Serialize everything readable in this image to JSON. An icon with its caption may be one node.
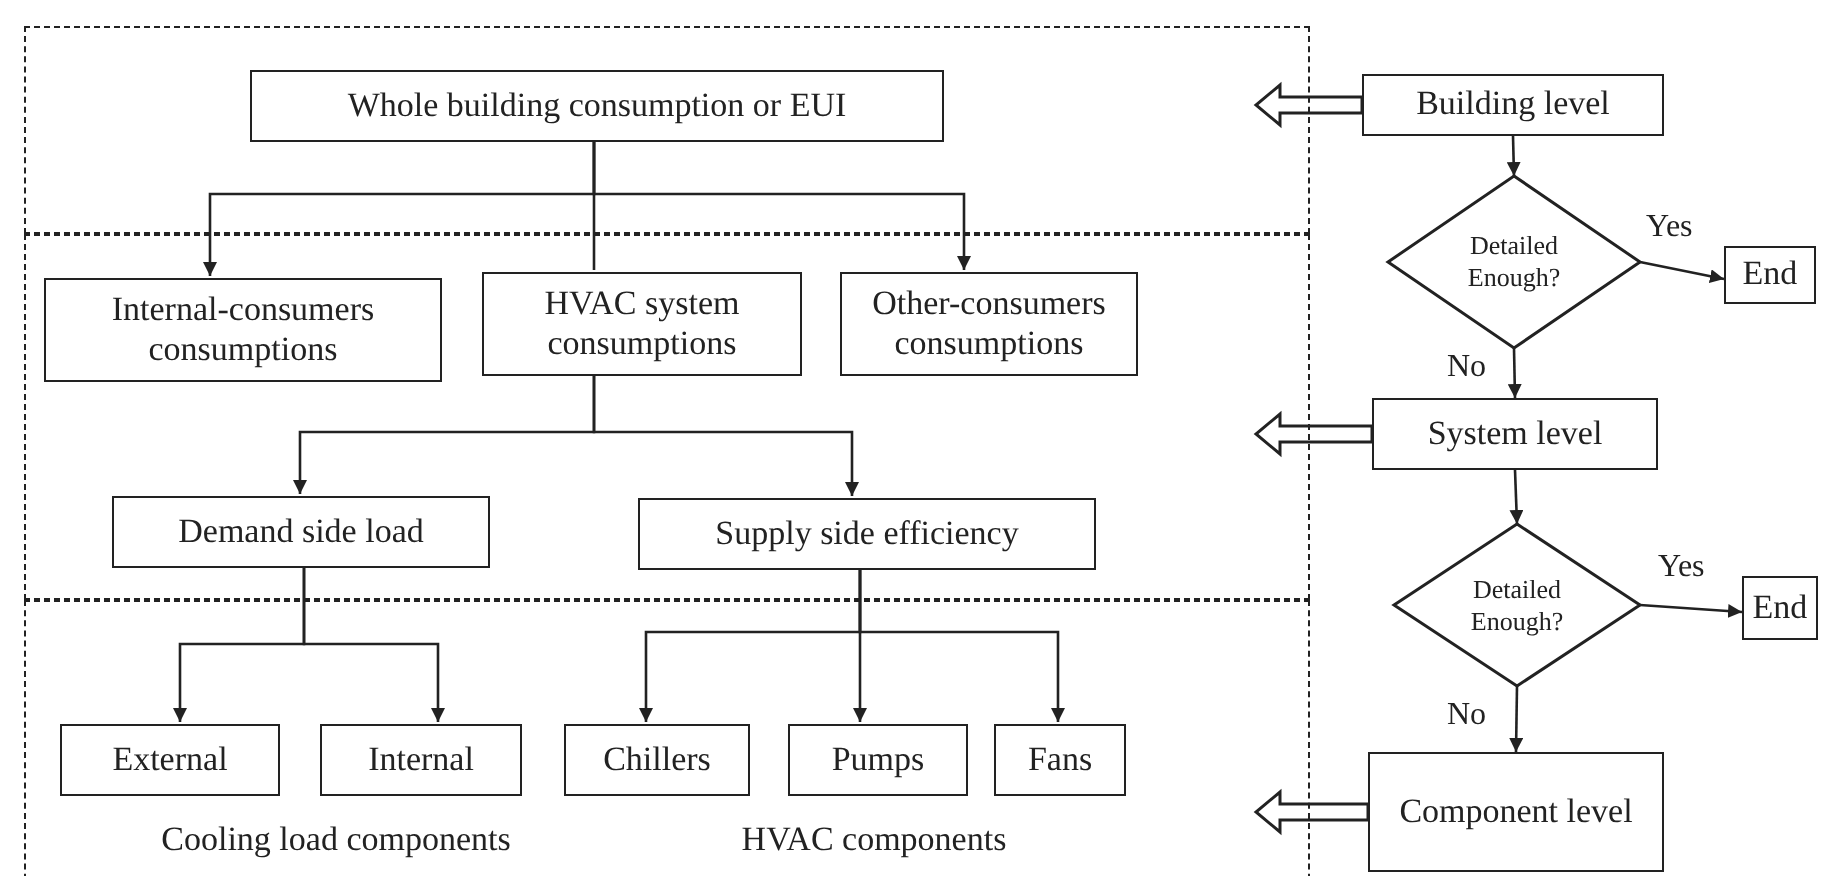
{
  "diagram": {
    "nodes": [
      {
        "text": [],
        "shape": "box"
      },
      {
        "text": [
          "Whole building consumption or EUI"
        ],
        "in": 0
      },
      {
        "text": [],
        "shape": "box"
      },
      {
        "text": [
          "Internal-consumers consumptions"
        ],
        "in": 2
      },
      {
        "text": [
          "HVAC system consumptions"
        ],
        "in": 2
      },
      {
        "text": [
          "Other-consumers consumptions"
        ],
        "in": 2
      },
      {
        "text": [
          "Demand side load"
        ],
        "in": 2
      },
      {
        "text": [
          "Supply side efficiency"
        ],
        "in": 2
      },
      {
        "text": [],
        "shape": "box"
      },
      {
        "text": [
          "External"
        ],
        "in": 8
      },
      {
        "text": [
          "Internal"
        ],
        "in": 8
      },
      {
        "text": [
          "Chillers"
        ],
        "in": 8
      },
      {
        "text": [
          "Pumps"
        ],
        "in": 8
      },
      {
        "text": [
          "Fans"
        ],
        "in": 8
      },
      {
        "text": [
          "Building  level"
        ]
      },
      {
        "text": [
          "Detailed Enough?"
        ]
      },
      {
        "text": [
          "End"
        ]
      },
      {
        "text": [
          "System level"
        ]
      },
      {
        "text": [
          "Detailed Enough?"
        ]
      },
      {
        "text": [
          "End"
        ]
      },
      {
        "text": [
          "Component level"
        ]
      }
    ],
    "edges": [
      {
        "from": 1,
        "to": 3,
        "arrow": "to"
      },
      {
        "from": 1,
        "to": 4,
        "arrow": "none"
      },
      {
        "from": 1,
        "to": 5,
        "arrow": "to"
      },
      {
        "from": 4,
        "to": 6,
        "arrow": "to"
      },
      {
        "from": 4,
        "to": 7,
        "arrow": "to"
      },
      {
        "from": 6,
        "to": 9,
        "arrow": "to"
      },
      {
        "from": 6,
        "to": 10,
        "arrow": "to"
      },
      {
        "from": 7,
        "to": 11,
        "arrow": "to"
      },
      {
        "from": 7,
        "to": 12,
        "arrow": "to"
      },
      {
        "from": 7,
        "to": 13,
        "arrow": "to"
      },
      {
        "from": 14,
        "to": 15,
        "arrow": "to"
      },
      {
        "from": 15,
        "to": 16,
        "arrow": "to",
        "label": "Yes"
      },
      {
        "from": 15,
        "to": 17,
        "arrow": "to",
        "label": "No"
      },
      {
        "from": 17,
        "to": 18,
        "arrow": "to"
      },
      {
        "from": 18,
        "to": 19,
        "arrow": "to",
        "label": "Yes"
      },
      {
        "from": 18,
        "to": 20,
        "arrow": "to",
        "label": "No"
      },
      {
        "from": 14,
        "to": 0,
        "arrow": "to",
        "style": "thick"
      },
      {
        "from": 17,
        "to": 2,
        "arrow": "to",
        "style": "thick"
      },
      {
        "from": 20,
        "to": 8,
        "arrow": "to",
        "style": "thick"
      }
    ],
    "labels": [
      "Cooling load components",
      "HVAC components"
    ]
  }
}
